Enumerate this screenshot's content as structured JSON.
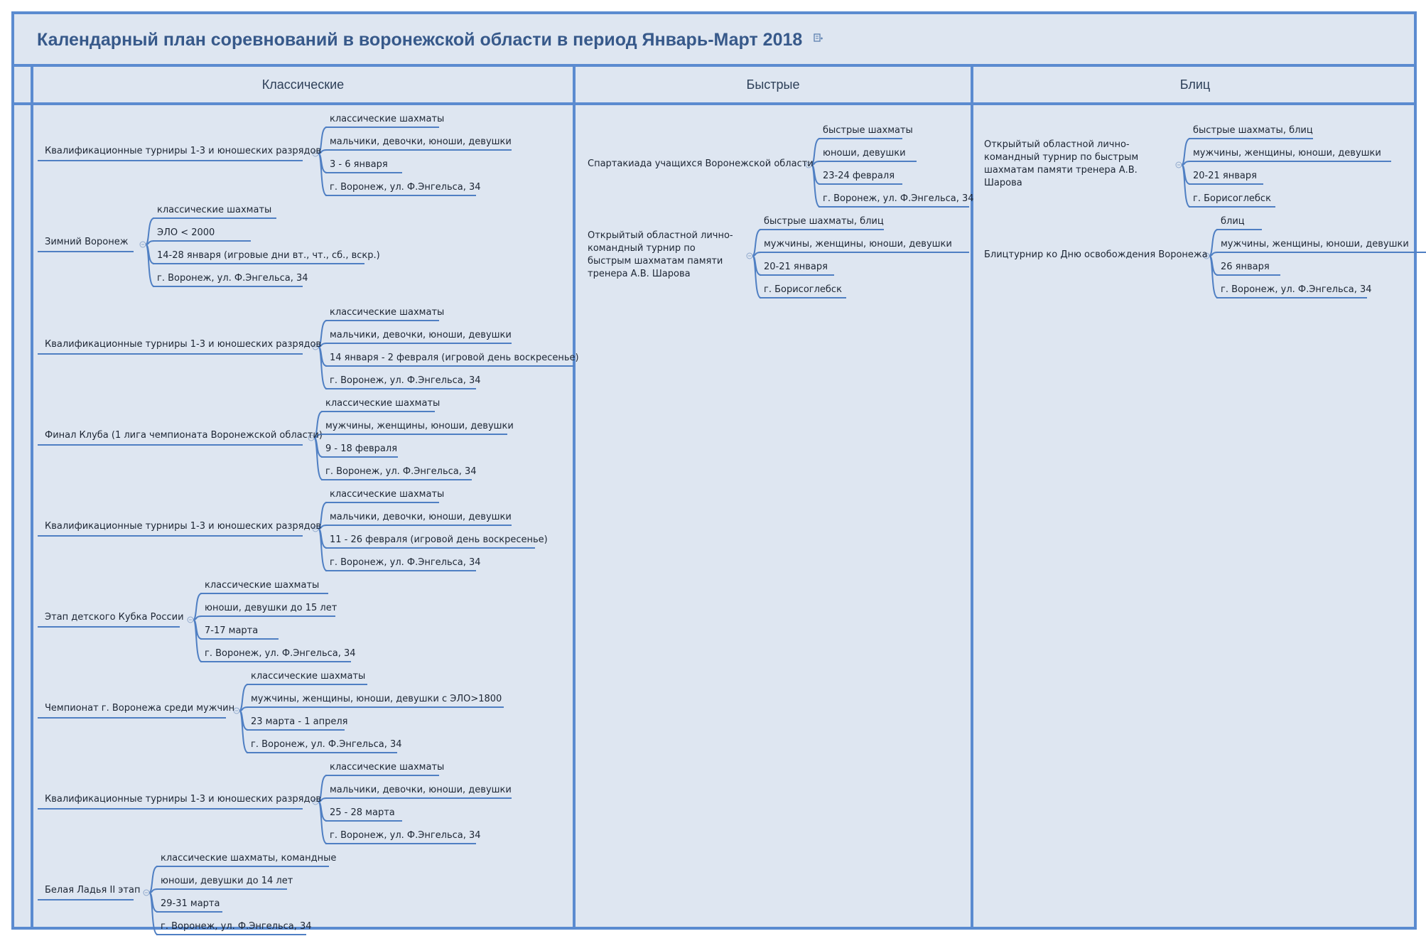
{
  "title": "Календарный план соревнований в воронежской области в период Январь-Март 2018",
  "columns": [
    {
      "name": "Классические",
      "events": [
        {
          "name": "Квалификационные турниры 1-3  и юношеских разрядов",
          "details": [
            "классические шахматы",
            "мальчики, девочки, юноши, девушки",
            "3 - 6 января",
            "г. Воронеж, ул. Ф.Энгельса, 34"
          ]
        },
        {
          "name": "Зимний Воронеж",
          "details": [
            "классические шахматы",
            "ЭЛО < 2000",
            "14-28 января (игровые дни вт., чт., сб., вскр.)",
            "г. Воронеж, ул. Ф.Энгельса, 34"
          ]
        },
        {
          "name": "Квалификационные турниры 1-3  и юношеских разрядов",
          "details": [
            "классические шахматы",
            "мальчики, девочки, юноши, девушки",
            "14 января -    2 февраля (игровой день воскресенье)",
            "г. Воронеж, ул. Ф.Энгельса, 34"
          ]
        },
        {
          "name": "Финал Клуба (1 лига чемпионата Воронежской области)",
          "details": [
            "классические шахматы",
            "мужчины, женщины,     юноши, девушки",
            "9 - 18 февраля",
            "г. Воронеж, ул. Ф.Энгельса, 34"
          ]
        },
        {
          "name": "Квалификационные турниры 1-3  и юношеских разрядов",
          "details": [
            "классические шахматы",
            "мальчики, девочки, юноши, девушки",
            "11 - 26 февраля (игровой день воскресенье)",
            "г. Воронеж, ул. Ф.Энгельса, 34"
          ]
        },
        {
          "name": "Этап детского Кубка России",
          "details": [
            "классические шахматы",
            "юноши, девушки до 15 лет",
            "7-17 марта",
            "г. Воронеж, ул. Ф.Энгельса, 34"
          ]
        },
        {
          "name": "Чемпионат г. Воронежа среди мужчин",
          "details": [
            "классические шахматы",
            "мужчины, женщины,     юноши, девушки  с ЭЛО>1800",
            "23 марта -     1 апреля",
            "г. Воронеж, ул. Ф.Энгельса, 34"
          ]
        },
        {
          "name": "Квалификационные турниры 1-3  и юношеских разрядов",
          "details": [
            "классические шахматы",
            "мальчики, девочки, юноши, девушки",
            "25 - 28 марта",
            "г. Воронеж, ул. Ф.Энгельса, 34"
          ]
        },
        {
          "name": "Белая Ладья II этап",
          "details": [
            "классические шахматы, командные",
            "юноши, девушки до 14 лет",
            "29-31 марта",
            "г. Воронеж, ул. Ф.Энгельса, 34"
          ]
        }
      ]
    },
    {
      "name": "Быстрые",
      "events": [
        {
          "name": "Спартакиада учащихся Воронежской области",
          "details": [
            "быстрые шахматы",
            "юноши, девушки",
            "23-24 февраля",
            "г. Воронеж, ул. Ф.Энгельса, 34"
          ]
        },
        {
          "name": "Открыйтый областной лично-командный турнир по быстрым шахматам памяти тренера А.В. Шарова",
          "details": [
            "быстрые шахматы, блиц",
            "мужчины, женщины,     юноши, девушки",
            "20-21 января",
            "г. Борисоглебск"
          ]
        }
      ]
    },
    {
      "name": "Блиц",
      "events": [
        {
          "name": "Открыйтый областной лично-командный турнир по быстрым шахматам памяти тренера А.В. Шарова",
          "details": [
            "быстрые шахматы, блиц",
            "мужчины, женщины,     юноши, девушки",
            "20-21 января",
            "г. Борисоглебск"
          ]
        },
        {
          "name": "Блицтурнир ко Дню освобождения Воронежа",
          "details": [
            "блиц",
            "мужчины, женщины,     юноши, девушки",
            "26 января",
            "г. Воронеж, ул. Ф.Энгельса, 34"
          ]
        }
      ]
    }
  ],
  "colors": {
    "frame": "#5b8bd0",
    "background": "#dee6f1",
    "title": "#37598a",
    "branch": "#4f7fc3"
  },
  "icons": {
    "title": "notes-icon",
    "collapse": "collapse-toggle-icon"
  }
}
